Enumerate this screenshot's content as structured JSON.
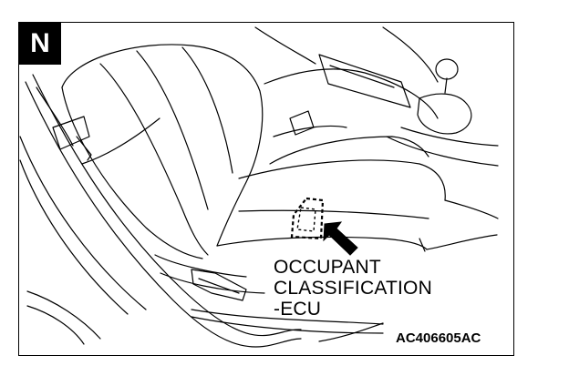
{
  "view_badge": "N",
  "callout": {
    "lines": [
      "OCCUPANT",
      "CLASSIFICATION",
      "-ECU"
    ]
  },
  "figure_code": "AC406605AC",
  "icons": {
    "pointer": "arrow-icon",
    "ecu_location": "dashed-box-icon"
  },
  "colors": {
    "line": "#000000",
    "background": "#ffffff"
  }
}
